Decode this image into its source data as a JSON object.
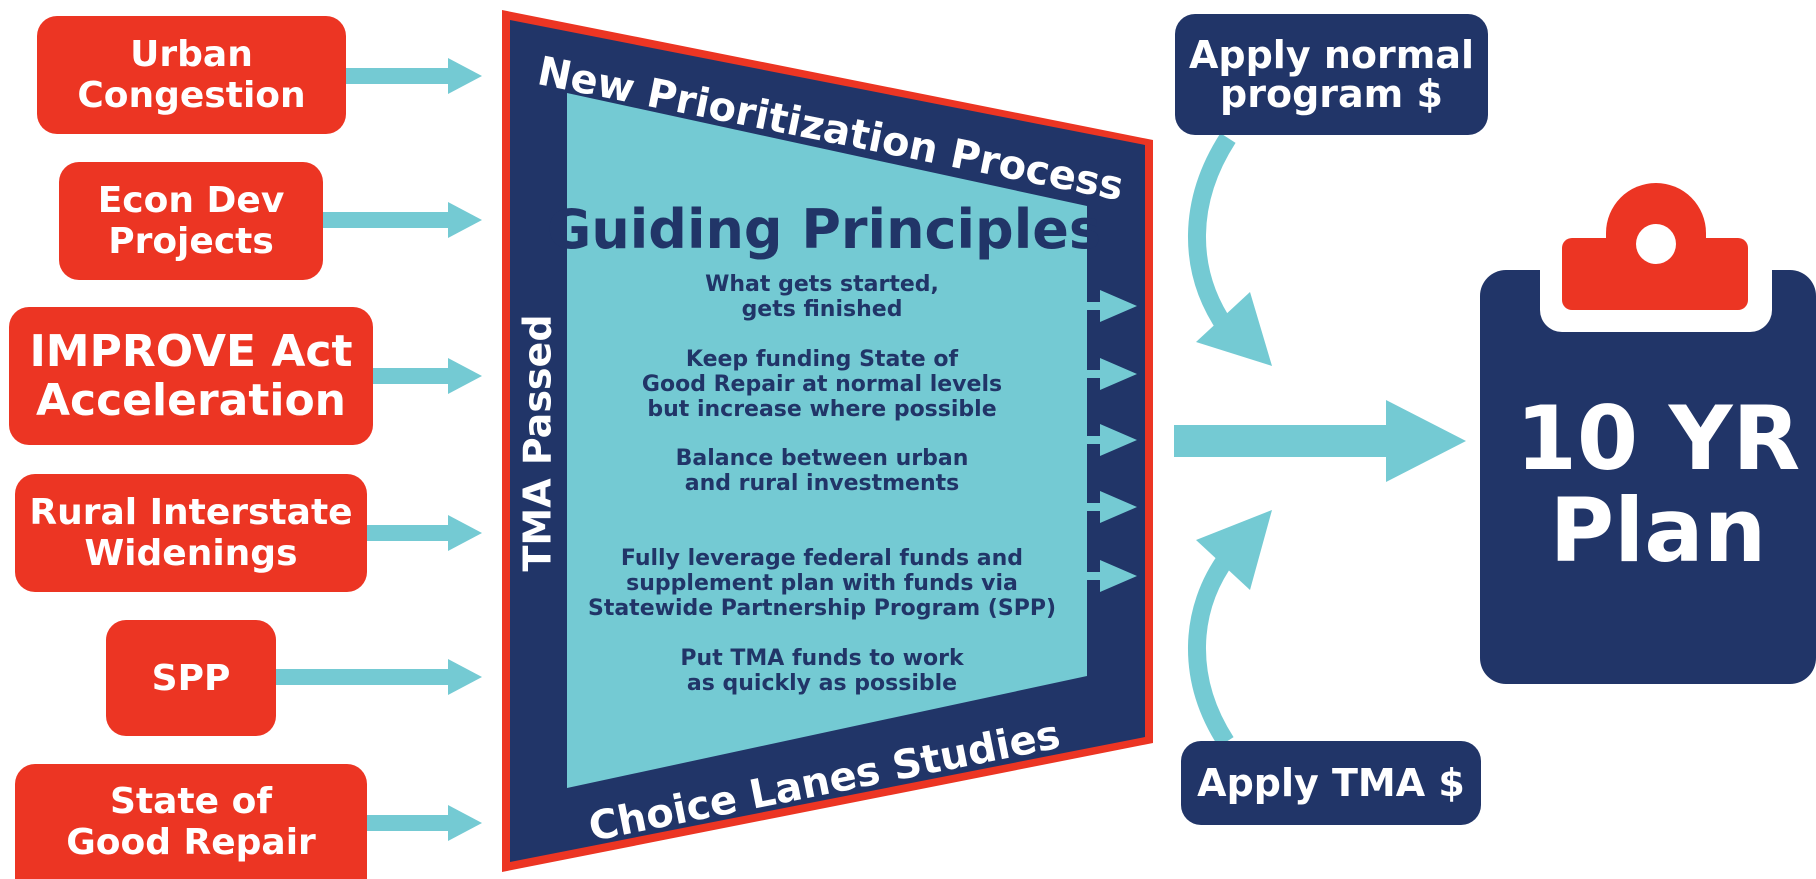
{
  "inputs": [
    {
      "label": "Urban\nCongestion"
    },
    {
      "label": "Econ Dev\nProjects"
    },
    {
      "label": "IMPROVE Act\nAcceleration"
    },
    {
      "label": "Rural Interstate\nWidenings"
    },
    {
      "label": "SPP"
    },
    {
      "label": "State of\nGood Repair"
    }
  ],
  "process": {
    "top_label": "New Prioritization Process",
    "left_label": "TMA Passed",
    "bottom_label": "Choice Lanes Studies"
  },
  "principles": {
    "title": "Guiding Principles",
    "items": [
      "What gets started,\ngets finished",
      "Keep funding State of\nGood Repair at normal levels\nbut increase where possible",
      "Balance between urban\nand rural investments",
      "Fully leverage federal funds and\nsupplement plan with funds via\nStatewide Partnership Program (SPP)",
      "Put TMA funds to work\nas quickly as possible"
    ]
  },
  "funding": {
    "normal": "Apply normal\nprogram $",
    "tma": "Apply TMA $"
  },
  "plan": {
    "label": "10 YR\nPlan"
  },
  "colors": {
    "red": "#ec3523",
    "navy": "#213568",
    "teal": "#74cad3",
    "white": "#ffffff"
  },
  "icons": [
    "clipboard-icon",
    "arrow-right-icon",
    "curved-arrow-icon"
  ]
}
